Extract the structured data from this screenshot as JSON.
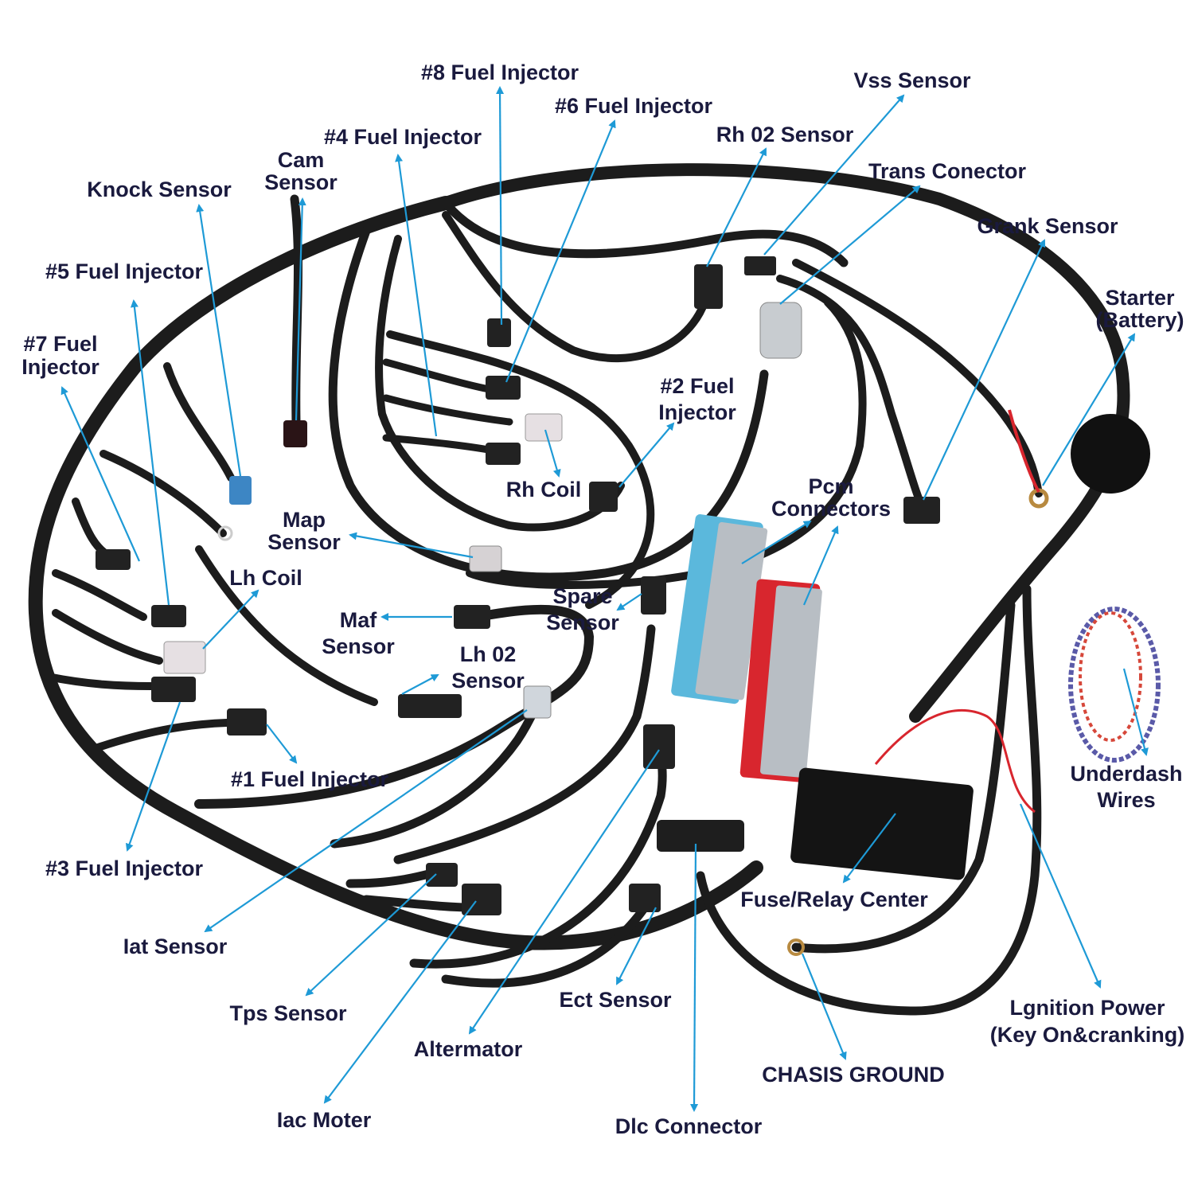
{
  "labels": {
    "fuel_injector_8": "#8 Fuel Injector",
    "fuel_injector_6": "#6 Fuel Injector",
    "fuel_injector_4": "#4 Fuel Injector",
    "vss_sensor": "Vss Sensor",
    "rh_o2_sensor": "Rh 02 Sensor",
    "trans_connector": "Trans Conector",
    "cam_sensor_1": "Cam",
    "cam_sensor_2": "Sensor",
    "knock_sensor": "Knock Sensor",
    "grank_sensor": "Grank Sensor",
    "fuel_injector_5": "#5 Fuel Injector",
    "starter_1": "Starter",
    "starter_2": "(Battery)",
    "fuel_injector_7_1": "#7 Fuel",
    "fuel_injector_7_2": "Injector",
    "fuel_injector_2_1": "#2 Fuel",
    "fuel_injector_2_2": "Injector",
    "rh_coil": "Rh Coil",
    "pcm_connectors_1": "Pcm",
    "pcm_connectors_2": "Connectors",
    "map_sensor_1": "Map",
    "map_sensor_2": "Sensor",
    "lh_coil": "Lh Coil",
    "spare_sensor_1": "Spare",
    "spare_sensor_2": "Sensor",
    "maf_sensor_1": "Maf",
    "maf_sensor_2": "Sensor",
    "lh_o2_sensor_1": "Lh 02",
    "lh_o2_sensor_2": "Sensor",
    "underdash_1": "Underdash",
    "underdash_2": "Wires",
    "fuel_injector_1": "#1 Fuel Injector",
    "fuel_injector_3": "#3 Fuel Injector",
    "fuse_relay": "Fuse/Relay Center",
    "iat_sensor": "Iat Sensor",
    "ect_sensor": "Ect Sensor",
    "tps_sensor": "Tps Sensor",
    "ignition_1": "Lgnition Power",
    "ignition_2": "(Key On&cranking)",
    "alternator": "Altermator",
    "chassis_ground": "CHASIS GROUND",
    "iac_motor": "Iac Moter",
    "dlc_connector": "Dlc Connector"
  },
  "colors": {
    "label_text": "#1a1a3e",
    "arrow": "#1e9ad6",
    "harness": "#1c1c1c",
    "pcm_blue": "#5bb8dc",
    "pcm_red": "#d8262e"
  }
}
